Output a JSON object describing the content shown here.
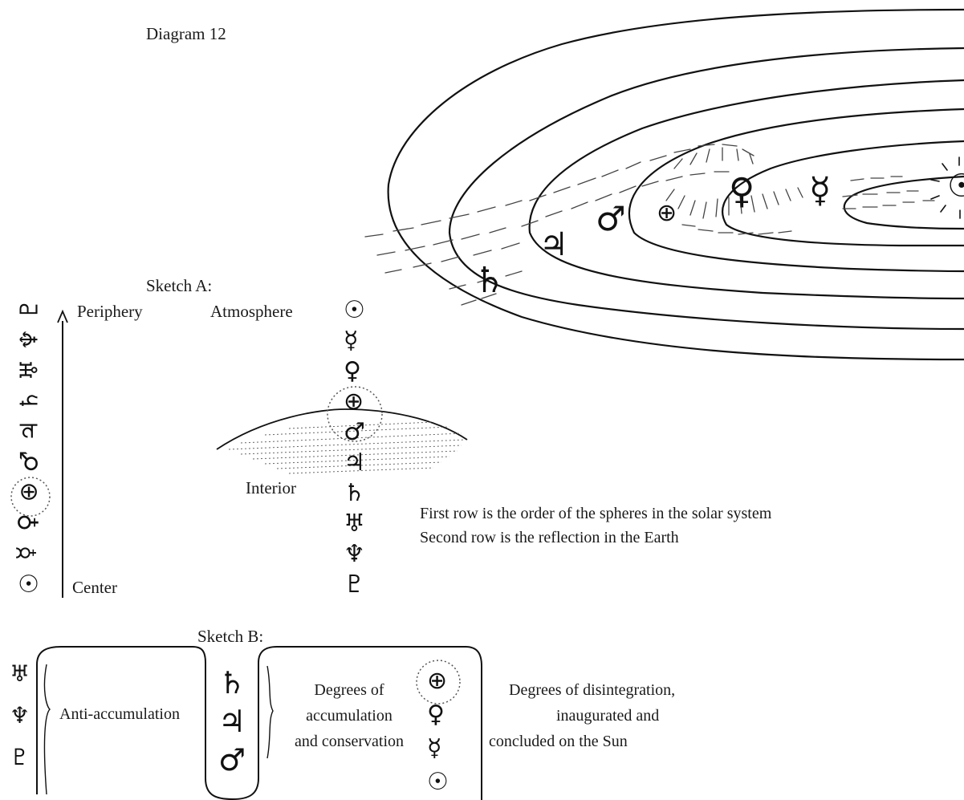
{
  "title": "Diagram 12",
  "sketch_a": {
    "label": "Sketch A:",
    "periphery": "Periphery",
    "center": "Center",
    "atmosphere": "Atmosphere",
    "interior": "Interior",
    "note_line1": "First row is the order of the spheres in the solar system",
    "note_line2": "Second row is the reflection in the Earth"
  },
  "sketch_b": {
    "label": "Sketch B:",
    "anti_accumulation": "Anti-accumulation",
    "accumulation_line1": "Degrees of",
    "accumulation_line2": "accumulation",
    "accumulation_line3": "and conservation",
    "disintegration_line1": "Degrees of  disintegration,",
    "disintegration_line2": "inaugurated and",
    "disintegration_line3": "concluded on the Sun"
  },
  "symbols": {
    "sun": "☉",
    "mercury": "☿",
    "venus": "♀",
    "earth": "⊕",
    "mars": "♂",
    "jupiter": "♃",
    "saturn": "♄",
    "uranus": "♅",
    "neptune": "♆",
    "pluto": "♇"
  },
  "orbit_planets": [
    "saturn",
    "jupiter",
    "mars",
    "earth",
    "venus",
    "mercury",
    "sun"
  ],
  "column_left": [
    "pluto",
    "neptune",
    "uranus",
    "saturn",
    "jupiter",
    "mars",
    "earth",
    "venus",
    "mercury",
    "sun"
  ],
  "column_right": [
    "sun",
    "mercury",
    "venus",
    "earth",
    "mars",
    "jupiter",
    "saturn",
    "uranus",
    "neptune",
    "pluto"
  ],
  "sketch_b_left": [
    "uranus",
    "neptune",
    "pluto"
  ],
  "sketch_b_middle": [
    "saturn",
    "jupiter",
    "mars"
  ],
  "sketch_b_right": [
    "earth",
    "venus",
    "mercury",
    "sun"
  ]
}
